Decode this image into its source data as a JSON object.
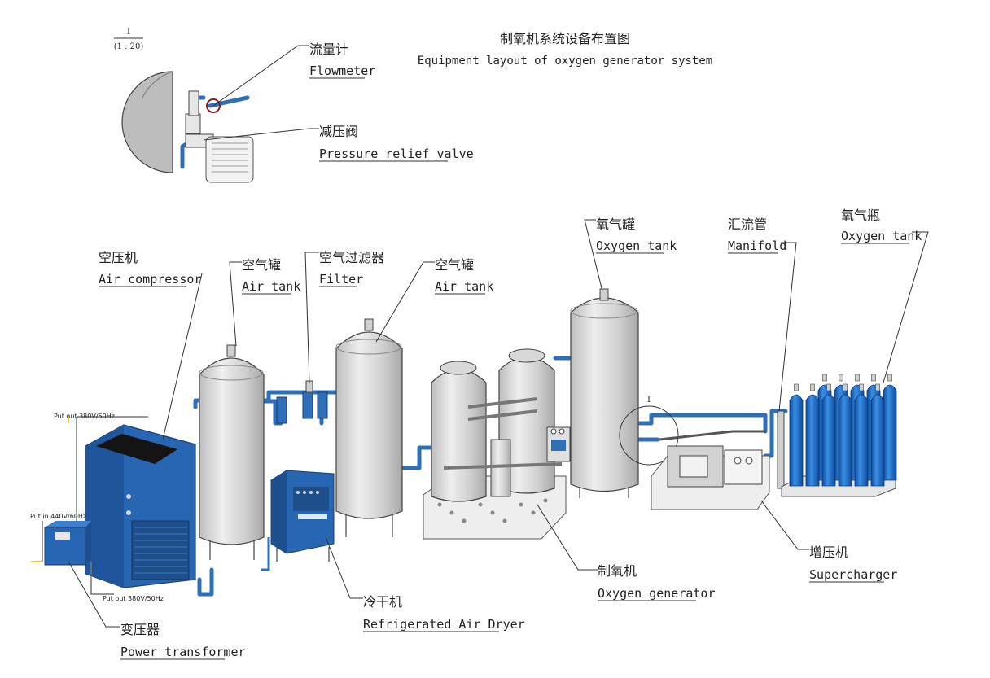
{
  "title": {
    "cn": "制氧机系统设备布置图",
    "en": "Equipment layout of oxygen generator system"
  },
  "detail": {
    "mark": "I",
    "scale": "(1 : 20)",
    "callout_mark": "I"
  },
  "labels": {
    "flowmeter": {
      "cn": "流量计",
      "en": "Flowmeter"
    },
    "relief_valve": {
      "cn": "减压阀",
      "en": "Pressure relief valve"
    },
    "air_compressor": {
      "cn": "空压机",
      "en": "Air compressor"
    },
    "air_tank_1": {
      "cn": "空气罐",
      "en": "Air tank"
    },
    "filter": {
      "cn": "空气过滤器",
      "en": "Filter"
    },
    "air_tank_2": {
      "cn": "空气罐",
      "en": "Air tank"
    },
    "oxygen_tank": {
      "cn": "氧气罐",
      "en": "Oxygen tank"
    },
    "manifold": {
      "cn": "汇流管",
      "en": "Manifold"
    },
    "oxygen_cylinders": {
      "cn": "氧气瓶",
      "en": "Oxygen tank"
    },
    "dryer": {
      "cn": "冷干机",
      "en": "Refrigerated Air Dryer"
    },
    "oxygen_generator": {
      "cn": "制氧机",
      "en": "Oxygen generator"
    },
    "supercharger": {
      "cn": "增压机",
      "en": "Supercharger"
    },
    "transformer": {
      "cn": "变压器",
      "en": "Power transformer"
    }
  },
  "power_notes": {
    "out_top": "Put out 380V/50Hz",
    "in": "Put in 440V/60Hz",
    "out_bottom": "Put out 380V/50Hz"
  },
  "colors": {
    "equipment_blue": "#2f6fb8",
    "tank_gray": "#d9d9d9",
    "cylinder_blue": "#1f6cc4"
  }
}
